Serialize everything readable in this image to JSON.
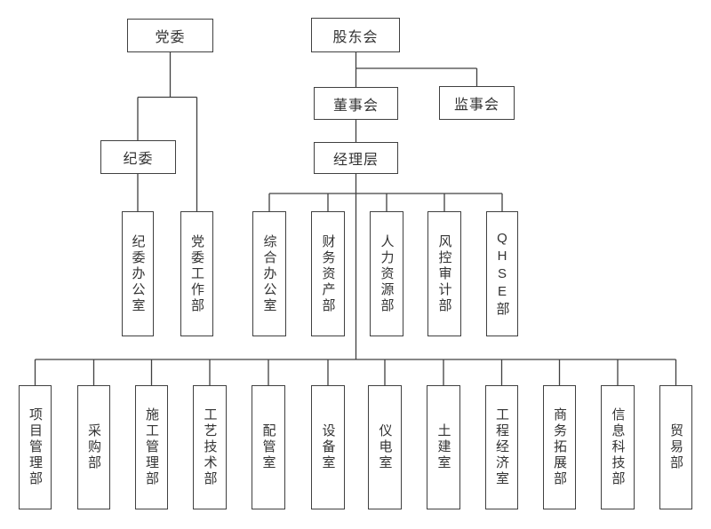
{
  "diagram_type": "org-chart",
  "colors": {
    "line": "#404040",
    "border": "#404040",
    "text": "#333333",
    "background": "#ffffff"
  },
  "nodes": {
    "party_committee": "党委",
    "shareholders_meeting": "股东会",
    "board_of_directors": "董事会",
    "board_of_supervisors": "监事会",
    "discipline_committee": "纪委",
    "management_team": "经理层",
    "discipline_office": "纪委办公室",
    "party_work_dept": "党委工作部",
    "general_office": "综合办公室",
    "finance_asset_dept": "财务资产部",
    "hr_dept": "人力资源部",
    "risk_audit_dept": "风控审计部",
    "qhse_dept": "QHSE部",
    "project_mgmt_dept": "项目管理部",
    "procurement_dept": "采购部",
    "construction_mgmt_dept": "施工管理部",
    "process_tech_dept": "工艺技术部",
    "piping_office": "配管室",
    "equipment_office": "设备室",
    "instrument_electric_office": "仪电室",
    "civil_office": "土建室",
    "engineering_econ_office": "工程经济室",
    "business_dev_dept": "商务拓展部",
    "info_tech_dept": "信息科技部",
    "trade_dept": "贸易部"
  },
  "edges": [
    [
      "party_committee",
      "discipline_committee"
    ],
    [
      "party_committee",
      "party_work_dept"
    ],
    [
      "discipline_committee",
      "discipline_office"
    ],
    [
      "shareholders_meeting",
      "board_of_directors"
    ],
    [
      "shareholders_meeting",
      "board_of_supervisors"
    ],
    [
      "board_of_directors",
      "management_team"
    ],
    [
      "management_team",
      "general_office"
    ],
    [
      "management_team",
      "finance_asset_dept"
    ],
    [
      "management_team",
      "hr_dept"
    ],
    [
      "management_team",
      "risk_audit_dept"
    ],
    [
      "management_team",
      "qhse_dept"
    ],
    [
      "management_team",
      "project_mgmt_dept"
    ],
    [
      "management_team",
      "procurement_dept"
    ],
    [
      "management_team",
      "construction_mgmt_dept"
    ],
    [
      "management_team",
      "process_tech_dept"
    ],
    [
      "management_team",
      "piping_office"
    ],
    [
      "management_team",
      "equipment_office"
    ],
    [
      "management_team",
      "instrument_electric_office"
    ],
    [
      "management_team",
      "civil_office"
    ],
    [
      "management_team",
      "engineering_econ_office"
    ],
    [
      "management_team",
      "business_dev_dept"
    ],
    [
      "management_team",
      "info_tech_dept"
    ],
    [
      "management_team",
      "trade_dept"
    ]
  ]
}
